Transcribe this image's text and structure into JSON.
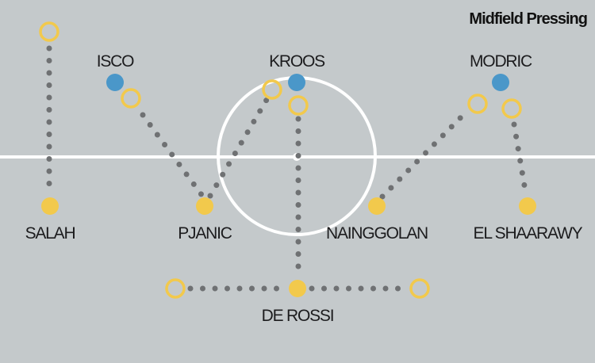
{
  "title": "Midfield Pressing",
  "colors": {
    "background": "#c4c9cb",
    "attacker": "#4a97c9",
    "defender": "#f2c94c",
    "path": "#6f7173",
    "pitch_lines": "#ffffff"
  },
  "attackers": [
    {
      "name": "ISCO"
    },
    {
      "name": "KROOS"
    },
    {
      "name": "MODRIC"
    }
  ],
  "defenders": [
    {
      "name": "SALAH"
    },
    {
      "name": "PJANIC"
    },
    {
      "name": "NAINGGOLAN"
    },
    {
      "name": "EL SHAARAWY"
    },
    {
      "name": "DE ROSSI"
    }
  ]
}
